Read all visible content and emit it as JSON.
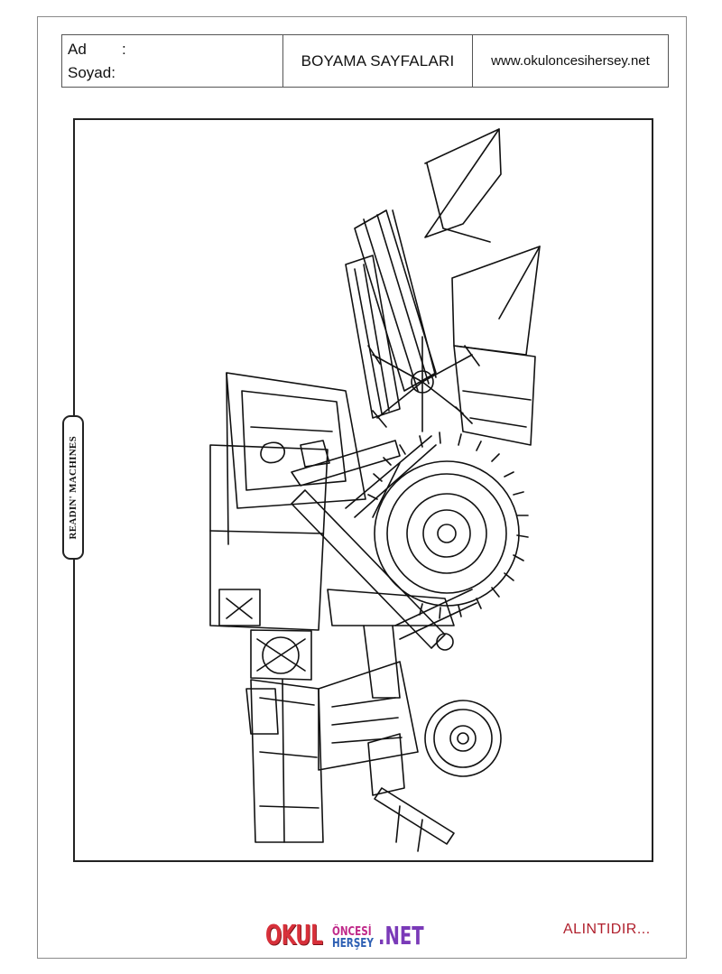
{
  "header": {
    "name_label": "Ad",
    "name_colon": ":",
    "surname_label": "Soyad:",
    "title": "BOYAMA SAYFALARI",
    "website": "www.okuloncesihersey.net"
  },
  "side_tag": "READIN' MACHINES",
  "footer": {
    "logo_okul": "OKUL",
    "logo_oncesi": "ÖNCESİ",
    "logo_hersey": "HERŞEY",
    "logo_net": ".NET",
    "credit": "ALINTIDIR..."
  },
  "colors": {
    "logo_red": "#d7303a",
    "logo_pink": "#c02a8a",
    "logo_blue": "#2d5fb3",
    "logo_purple": "#7a3ab8",
    "credit_red": "#b01f2c"
  },
  "illustration": "combine-harvester-outline"
}
